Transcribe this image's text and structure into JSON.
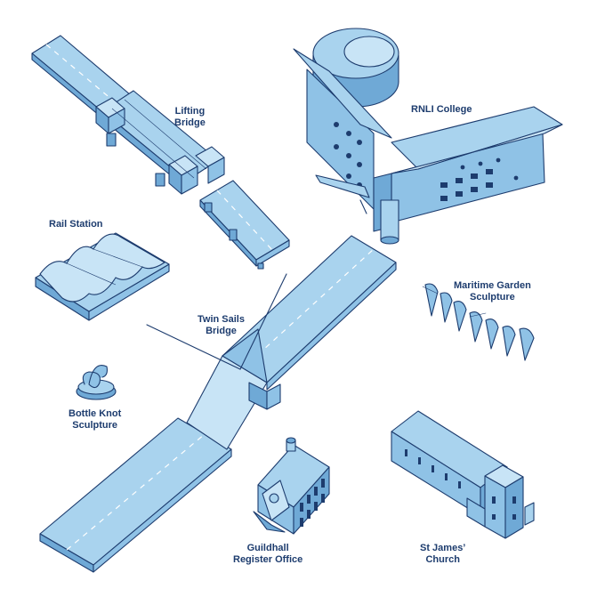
{
  "colors": {
    "fill_light": "#c8e4f6",
    "fill": "#a9d3ee",
    "fill_mid": "#8fc2e6",
    "fill_dark": "#6fa9d6",
    "outline": "#1d3c6e",
    "background": "#ffffff"
  },
  "labels": {
    "lifting_bridge": {
      "line1": "Lifting",
      "line2": "Bridge"
    },
    "rnli_college": {
      "line1": "RNLI College"
    },
    "rail_station": {
      "line1": "Rail Station"
    },
    "maritime_garden": {
      "line1": "Maritime Garden",
      "line2": "Sculpture"
    },
    "twin_sails": {
      "line1": "Twin Sails",
      "line2": "Bridge"
    },
    "bottle_knot": {
      "line1": "Bottle Knot",
      "line2": "Sculpture"
    },
    "guildhall": {
      "line1": "Guildhall",
      "line2": "Register Office"
    },
    "st_james": {
      "line1": "St James’",
      "line2": "Church"
    }
  }
}
